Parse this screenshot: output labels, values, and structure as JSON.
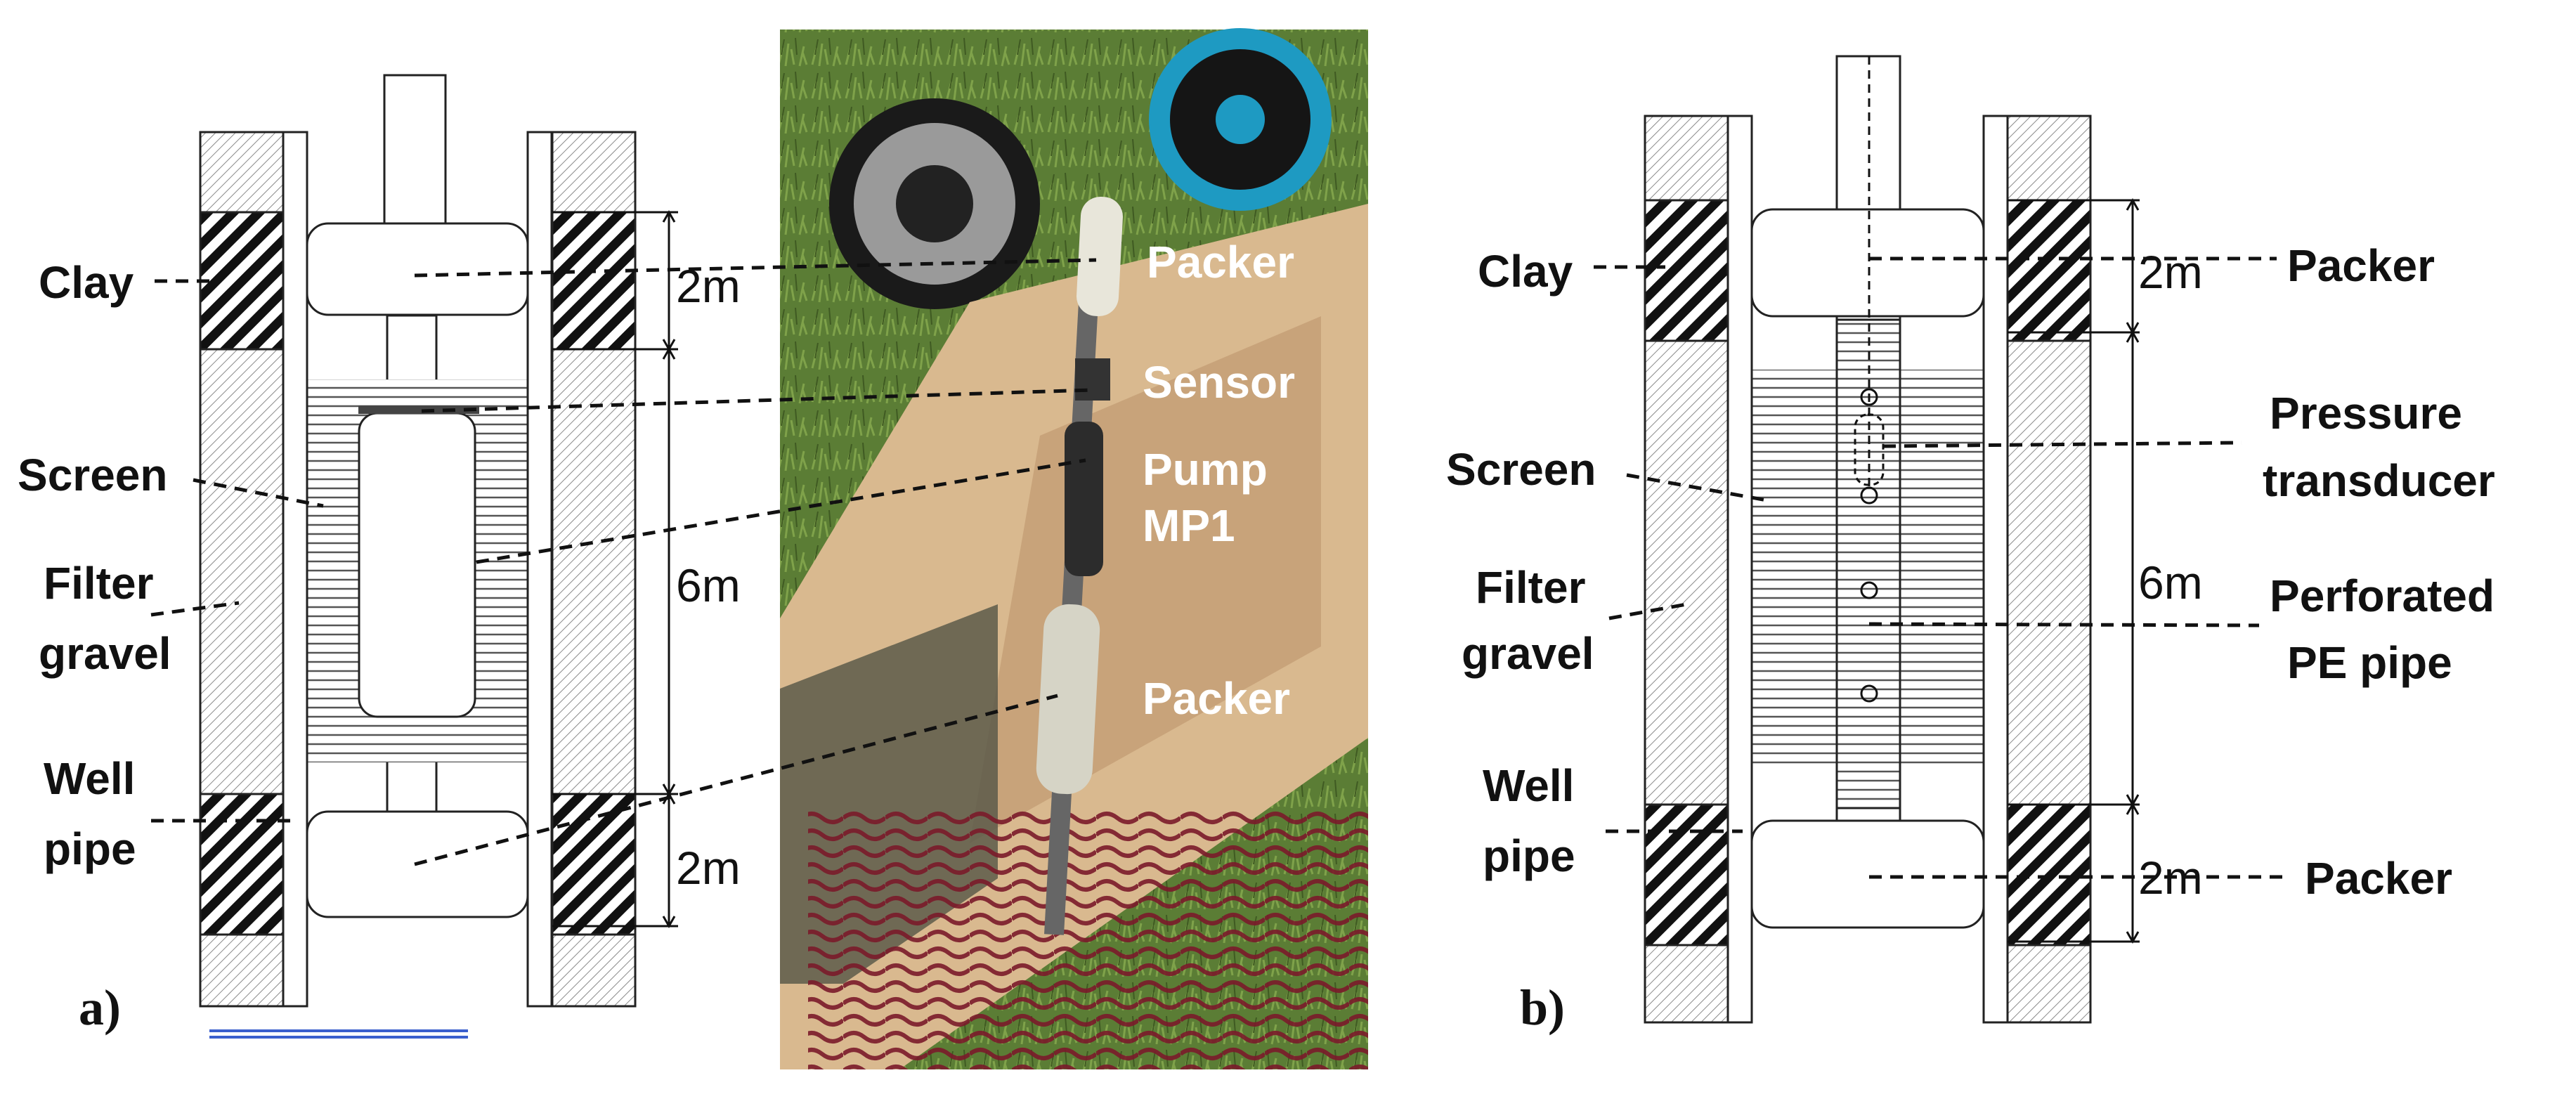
{
  "panel_a": {
    "panel_label": "a)",
    "labels": {
      "clay": "Clay",
      "screen": "Screen",
      "filter_line1": "Filter",
      "filter_line2": "gravel",
      "well_line1": "Well",
      "well_line2": "pipe"
    },
    "dimensions": {
      "top": "2m",
      "middle": "6m",
      "bottom": "2m"
    }
  },
  "photo": {
    "labels": {
      "packer_top": "Packer",
      "sensor": "Sensor",
      "pump_line1": "Pump",
      "pump_line2": "MP1",
      "packer_bottom": "Packer"
    }
  },
  "panel_b": {
    "panel_label": "b)",
    "labels": {
      "clay": "Clay",
      "screen": "Screen",
      "filter_line1": "Filter",
      "filter_line2": "gravel",
      "well_line1": "Well",
      "well_line2": "pipe",
      "packer_top": "Packer",
      "pressure_line1": "Pressure",
      "pressure_line2": "transducer",
      "perforated_line1": "Perforated",
      "perforated_line2": "PE pipe",
      "packer_bottom": "Packer"
    },
    "dimensions": {
      "top": "2m",
      "middle": "6m",
      "bottom": "2m"
    }
  },
  "colors": {
    "clay_hatch": "#111111",
    "gravel_hatch": "#8a8a8a",
    "screen_lines": "#555555",
    "underline": "#3a5fcd"
  }
}
